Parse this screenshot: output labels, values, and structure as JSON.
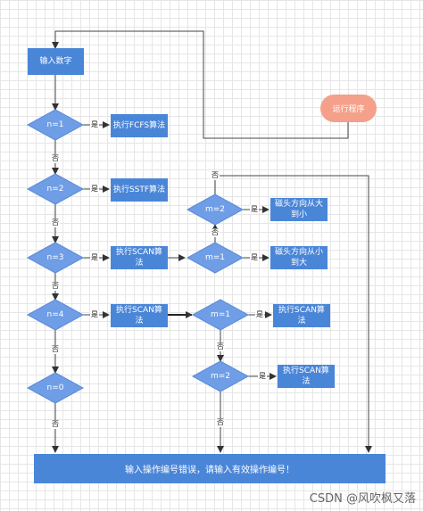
{
  "nodes": {
    "input": "输入数字",
    "run": "运行程序",
    "d1": "n=1",
    "d2": "n=2",
    "d3": "n=3",
    "d4": "n=4",
    "d0": "n=0",
    "fcfs": "执行FCFS算法",
    "sstf": "执行SSTF算法",
    "scan3": "执行SCAN算法",
    "scan4": "执行SCAN算法",
    "m2a": "m=2",
    "m1a": "m=1",
    "m1b": "m=1",
    "m2b": "m=2",
    "dirbig": "磁头方向从大到小",
    "dirsmall": "磁头方向从小到大",
    "scan_m1": "执行SCAN算法",
    "scan_m2": "执行SCAN算法",
    "error": "输入操作编号错误，请输入有效操作编号！"
  },
  "edges": {
    "yes": "是",
    "no": "否"
  },
  "watermark": "CSDN @风吹枫又落"
}
